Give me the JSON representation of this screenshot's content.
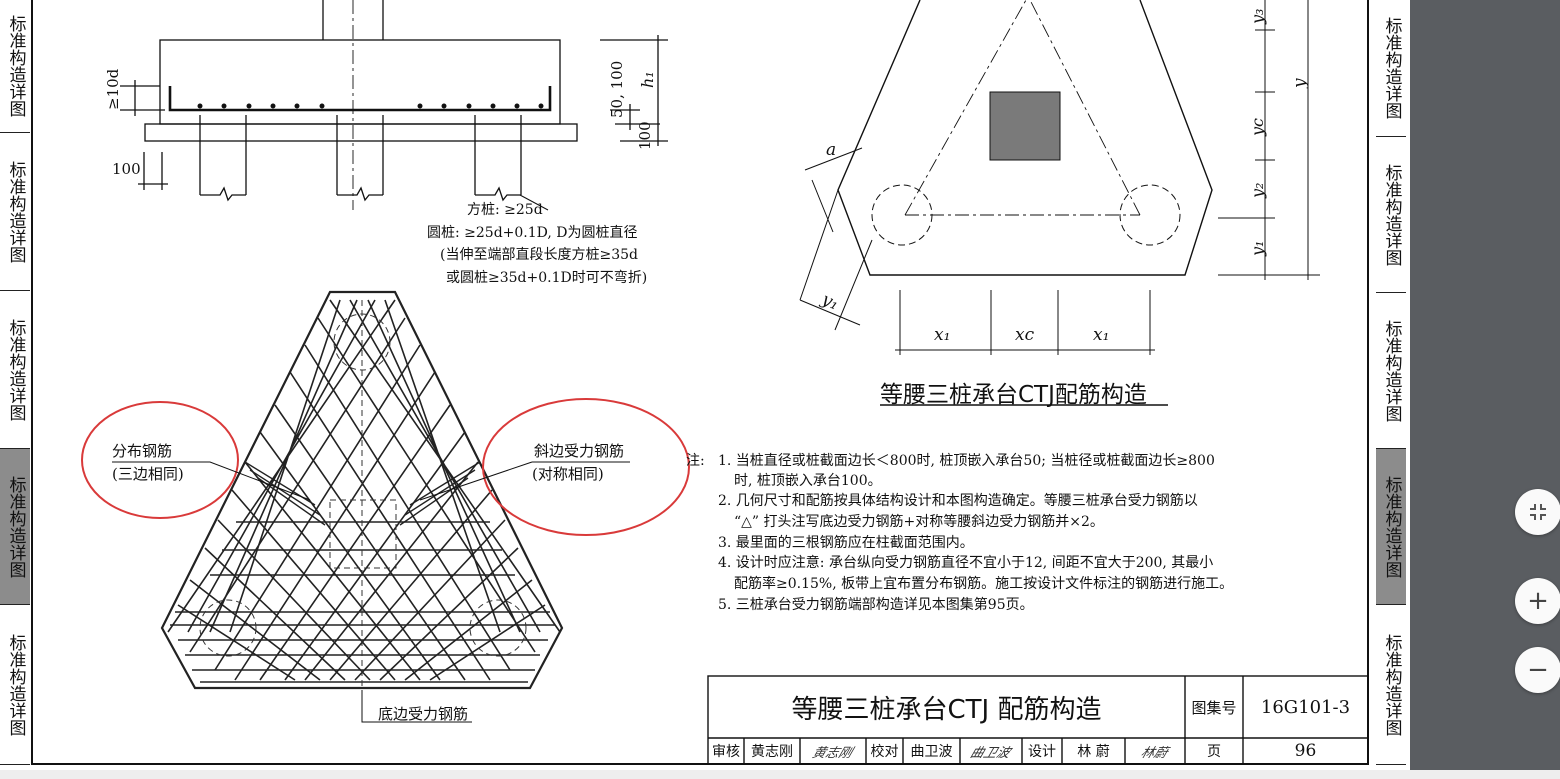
{
  "left_tabs": [
    {
      "label": "标准构造详图",
      "active": false
    },
    {
      "label": "标准构造详图",
      "active": false
    },
    {
      "label": "标准构造详图",
      "active": false
    },
    {
      "label": "标准构造详图",
      "active": true
    },
    {
      "label": "标准构造详图",
      "active": false
    }
  ],
  "right_tabs": [
    {
      "label": "标准构造详图",
      "active": false
    },
    {
      "label": "标准构造详图",
      "active": false
    },
    {
      "label": "标准构造详图",
      "active": false
    },
    {
      "label": "标准构造详图",
      "active": true
    },
    {
      "label": "标准构造详图",
      "active": false
    }
  ],
  "section": {
    "dim_10d": "≥10d",
    "dim_50_100": "50, 100",
    "dim_h1": "h₁",
    "dim_100_right": "100",
    "dim_100_left": "100",
    "anchor_square": "方桩: ≥25d",
    "anchor_round": "圆桩: ≥25d+0.1D, D为圆桩直径",
    "anchor_note1": "(当伸至端部直段长度方桩≥35d",
    "anchor_note2": "或圆桩≥35d+0.1D时可不弯折)"
  },
  "plan": {
    "dim_a": "a",
    "dim_y1_slant": "y₁",
    "dim_x1_left": "x₁",
    "dim_xc": "xc",
    "dim_x1_right": "x₁",
    "dim_y3": "y₃",
    "dim_y": "y",
    "dim_yc": "yc",
    "dim_y2": "y₂",
    "dim_y1": "y₁",
    "title": "等腰三桩承台CTJ配筋构造"
  },
  "rebar": {
    "label_dist": "分布钢筋",
    "label_dist_sub": "(三边相同)",
    "label_slant": "斜边受力钢筋",
    "label_slant_sub": "(对称相同)",
    "label_bottom": "底边受力钢筋"
  },
  "notes": {
    "prefix": "注:",
    "lines": [
      "1. 当桩直径或桩截面边长＜800时, 桩顶嵌入承台50; 当桩径或桩截面边长≥800",
      "时, 桩顶嵌入承台100。",
      "2. 几何尺寸和配筋按具体结构设计和本图构造确定。等腰三桩承台受力钢筋以",
      "“△” 打头注写底边受力钢筋+对称等腰斜边受力钢筋并×2。",
      "3. 最里面的三根钢筋应在柱截面范围内。",
      "4. 设计时应注意: 承台纵向受力钢筋直径不宜小于12, 间距不宜大于200, 其最小",
      "配筋率≥0.15%, 板带上宜布置分布钢筋。施工按设计文件标注的钢筋进行施工。",
      "5. 三桩承台受力钢筋端部构造详见本图集第95页。"
    ]
  },
  "title_block": {
    "title": "等腰三桩承台CTJ 配筋构造",
    "atlas_label": "图集号",
    "atlas_no": "16G101-3",
    "review_label": "审核",
    "reviewer": "黄志刚",
    "reviewer_sig": "黄志刚",
    "check_label": "校对",
    "checker": "曲卫波",
    "checker_sig": "曲卫波",
    "design_label": "设计",
    "designer": "林 蔚",
    "designer_sig": "林蔚",
    "page_label": "页",
    "page_no": "96"
  },
  "zoom_controls": {
    "fit_icon": "fit-icon",
    "zoom_in": "+",
    "zoom_out": "−"
  },
  "colors": {
    "annotation_circle": "#d93a3a",
    "pile_cap_column": "#7a7a7a",
    "active_tab": "#8c8c8c",
    "viewer_bg": "#5a5d61"
  }
}
